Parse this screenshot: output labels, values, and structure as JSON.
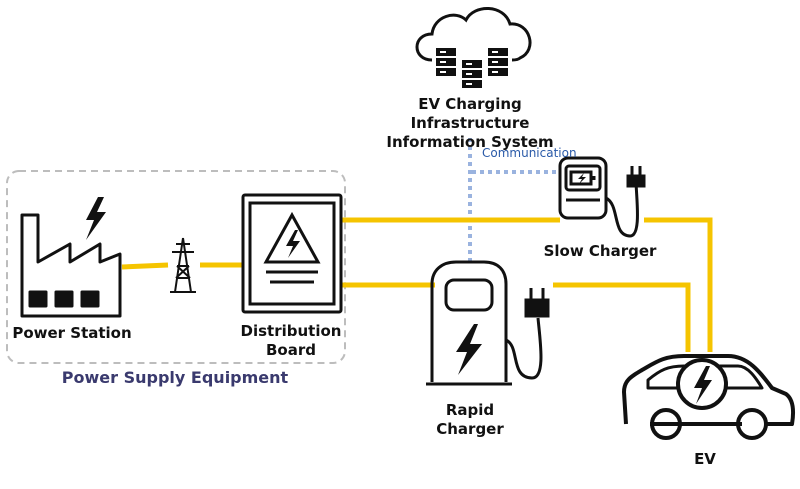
{
  "labels": {
    "system_line1": "EV Charging Infrastructure",
    "system_line2": "Information System",
    "communication": "Communication",
    "power_station": "Power Station",
    "distribution_line1": "Distribution",
    "distribution_line2": "Board",
    "power_supply_equipment": "Power Supply Equipment",
    "slow_charger": "Slow Charger",
    "rapid_charger": "Rapid Charger",
    "ev": "EV"
  },
  "colors": {
    "power_line": "#f5c400",
    "communication_line": "#9ab3df",
    "communication_text": "#2a5aa8",
    "group_label": "#3a3a6e",
    "group_border": "#bdbdbd",
    "icon_stroke": "#111111"
  }
}
